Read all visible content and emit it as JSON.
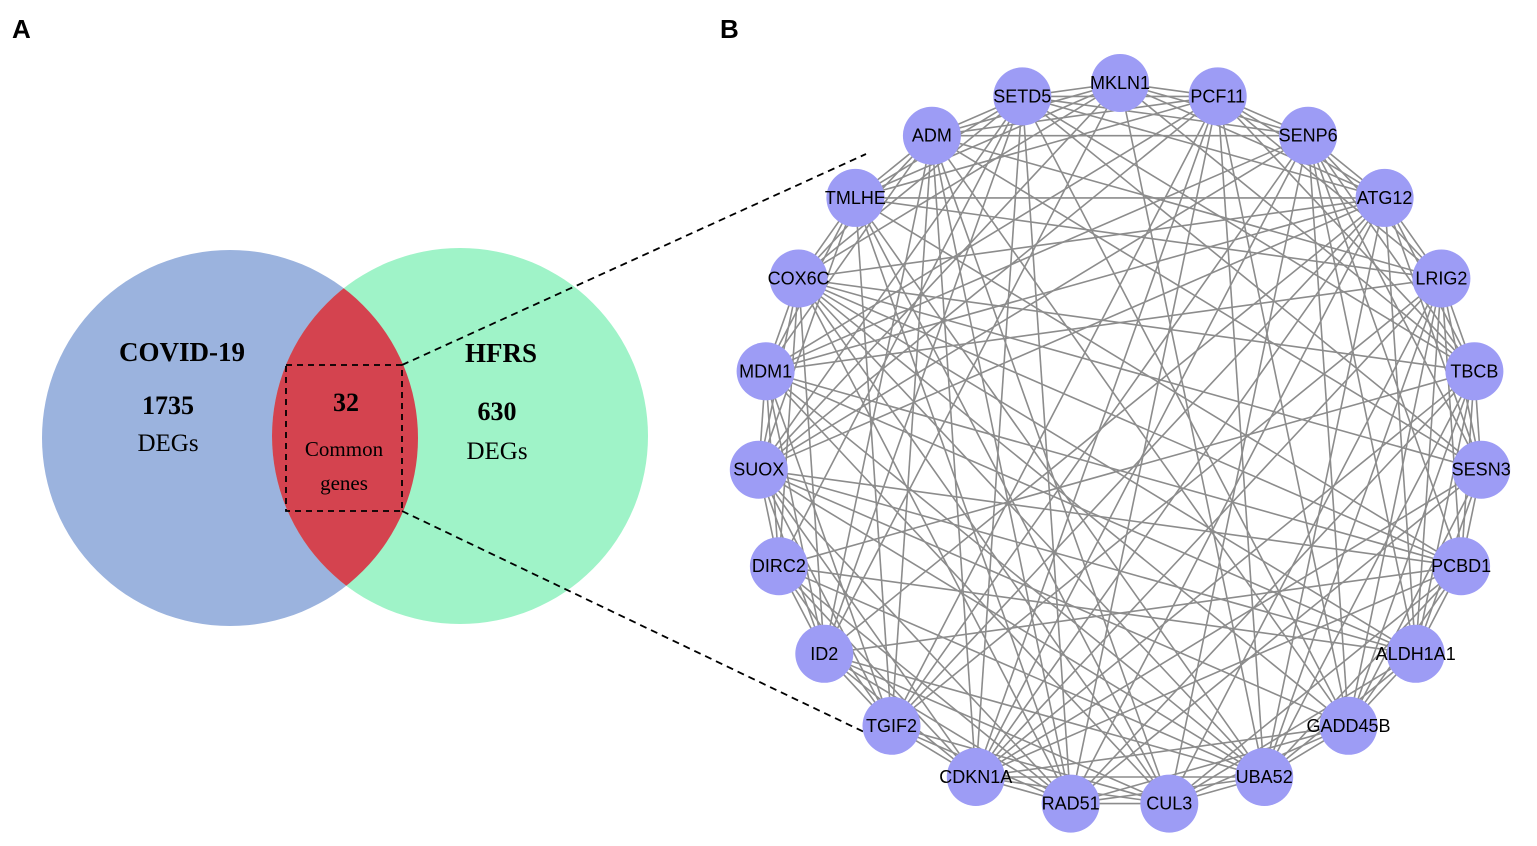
{
  "panels": {
    "a_letter": "A",
    "b_letter": "B"
  },
  "venn": {
    "left": {
      "title": "COVID-19",
      "count": "1735",
      "unit": "DEGs",
      "color": "#9bb3de"
    },
    "right": {
      "title": "HFRS",
      "count": "630",
      "unit": "DEGs",
      "color": "#9ff3c8"
    },
    "overlap": {
      "count": "32",
      "label_line1": "Common",
      "label_line2": "genes",
      "color": "#d4434f"
    }
  },
  "network": {
    "node_color": "#9d9cf5",
    "edge_color": "#8c8c8c",
    "nodes": [
      "MKLN1",
      "PCF11",
      "SENP6",
      "ATG12",
      "LRIG2",
      "TBCB",
      "SESN3",
      "PCBD1",
      "ALDH1A1",
      "GADD45B",
      "UBA52",
      "CUL3",
      "RAD51",
      "CDKN1A",
      "TGIF2",
      "ID2",
      "DIRC2",
      "SUOX",
      "MDM1",
      "COX6C",
      "TMLHE",
      "ADM",
      "SETD5"
    ]
  }
}
